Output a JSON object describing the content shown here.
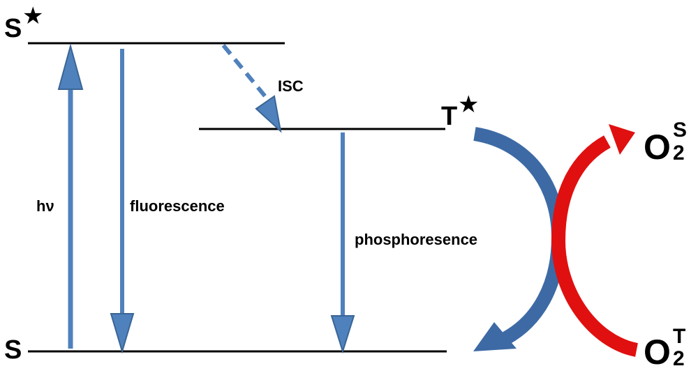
{
  "states": {
    "singlet_excited": {
      "letter": "S",
      "star": "★"
    },
    "triplet_excited": {
      "letter": "T",
      "star": "★"
    },
    "ground": {
      "letter": "S"
    }
  },
  "transitions": {
    "absorption": "hν",
    "fluorescence": "fluorescence",
    "isc": "ISC",
    "phosphorescence": "phosphoresence"
  },
  "oxygen": {
    "singlet": {
      "symbol": "O",
      "superscript": "S",
      "subscript": "2"
    },
    "triplet": {
      "symbol": "O",
      "superscript": "T",
      "subscript": "2"
    }
  },
  "colors": {
    "level_line": "#000000",
    "transition_arrow": "#4f81bd",
    "transition_arrow_edge": "#3a6595",
    "energy_transfer_arrow": "#3d6aa5",
    "oxygen_arrow": "#e01010"
  }
}
